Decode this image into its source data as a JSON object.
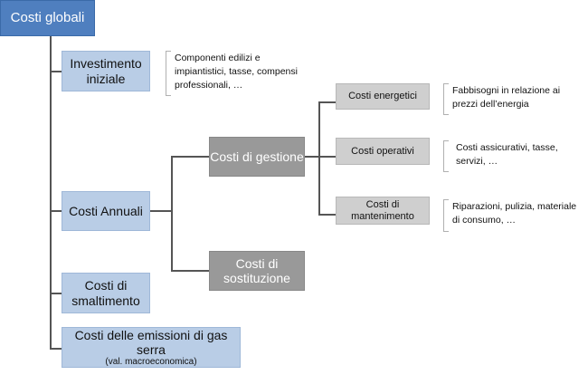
{
  "root": {
    "label": "Costi globali"
  },
  "level1": [
    {
      "label": "Investimento iniziale"
    },
    {
      "label": "Costi Annuali"
    },
    {
      "label": "Costi di smaltimento"
    },
    {
      "label": "Costi delle emissioni di gas serra",
      "note": "(val. macroeconomica)"
    }
  ],
  "level2": [
    {
      "label": "Costi di gestione"
    },
    {
      "label": "Costi di sostituzione"
    }
  ],
  "level3": [
    {
      "label": "Costi energetici"
    },
    {
      "label": "Costi operativi"
    },
    {
      "label": "Costi di mantenimento"
    }
  ],
  "notes": {
    "investimento": "Componenti edilizi e impiantistici, tasse, compensi professionali, …",
    "energetici": "Fabbisogni in relazione ai prezzi dell’energia",
    "operativi": "Costi assicurativi, tasse, servizi, …",
    "mantenimento": "Riparazioni, pulizia, materiale di consumo, …"
  },
  "colors": {
    "root": "#4f7fbf",
    "level1": "#b9cde6",
    "level2": "#999999",
    "level3": "#cfcfcf",
    "connector": "#555555"
  }
}
